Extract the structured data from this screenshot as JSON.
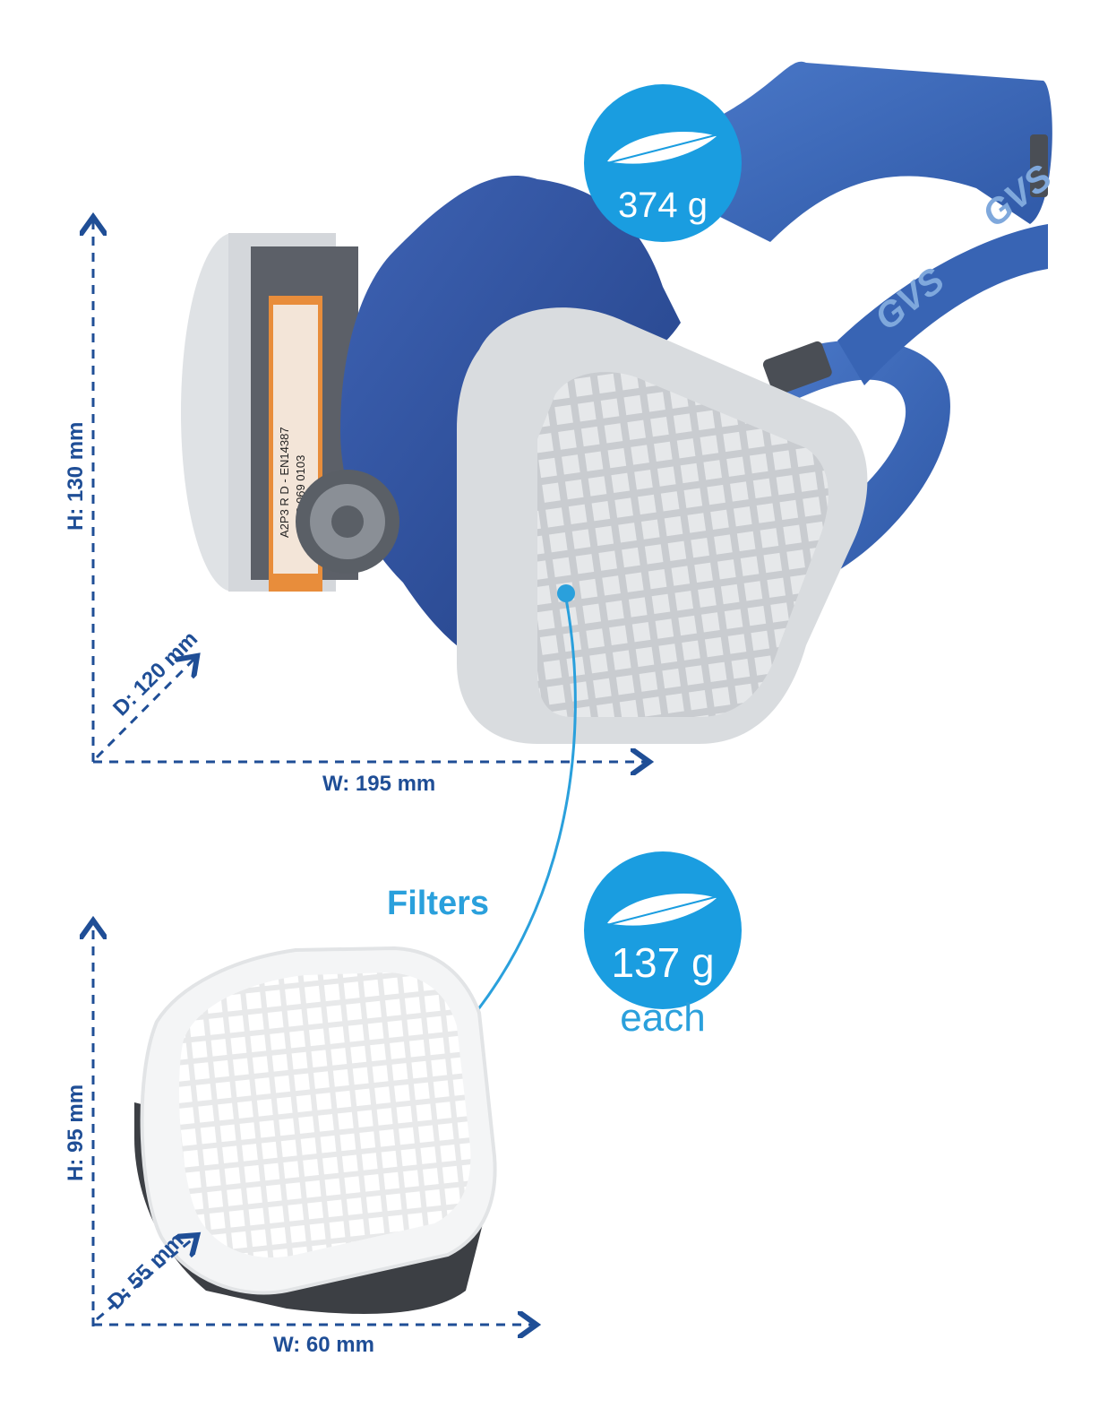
{
  "mask": {
    "weight": "374 g",
    "height_label": "H: 130 mm",
    "depth_label": "D: 120 mm",
    "width_label": "W: 195 mm",
    "strap_brand": "GVS",
    "cartridge_code": "A2P3 R D - EN14387",
    "cartridge_number": "40 069 0103"
  },
  "filter": {
    "title": "Filters",
    "weight": "137 g",
    "weight_note": "each",
    "height_label": "H: 95 mm",
    "depth_label": "D: 55 mm",
    "width_label": "W: 60 mm"
  },
  "colors": {
    "dimension": "#1f4e96",
    "accent": "#2aa0dc",
    "mask_blue": "#2e4f9c",
    "strap_blue": "#3a67b8",
    "filter_grey": "#cfd2d5"
  },
  "icons": [
    "feather-icon"
  ]
}
